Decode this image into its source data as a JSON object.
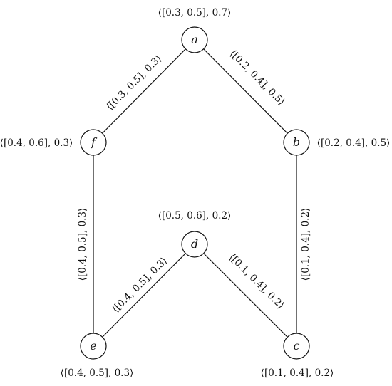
{
  "nodes": {
    "a": {
      "name": "a",
      "label": "⟨[0.3, 0.5], 0.7⟩"
    },
    "b": {
      "name": "b",
      "label": "⟨[0.2, 0.4], 0.5⟩"
    },
    "c": {
      "name": "c",
      "label": "⟨[0.1, 0.4], 0.2⟩"
    },
    "d": {
      "name": "d",
      "label": "⟨[0.5, 0.6], 0.2⟩"
    },
    "e": {
      "name": "e",
      "label": "⟨[0.4, 0.5], 0.3⟩"
    },
    "f": {
      "name": "f",
      "label": "⟨[0.4, 0.6], 0.3⟩"
    }
  },
  "edges": {
    "af": {
      "from": "a",
      "to": "f",
      "label": "⟨[0.3, 0.5], 0.3⟩"
    },
    "ab": {
      "from": "a",
      "to": "b",
      "label": "⟨[0.2, 0.4], 0.5⟩"
    },
    "fe": {
      "from": "f",
      "to": "e",
      "label": "⟨[0.4, 0.5], 0.3⟩"
    },
    "bc": {
      "from": "b",
      "to": "c",
      "label": "⟨[0.1, 0.4], 0.2⟩"
    },
    "de": {
      "from": "d",
      "to": "e",
      "label": "⟨[0.4, 0.5], 0.3⟩"
    },
    "dc": {
      "from": "d",
      "to": "c",
      "label": "⟨[0.1, 0.4], 0.2⟩"
    }
  }
}
